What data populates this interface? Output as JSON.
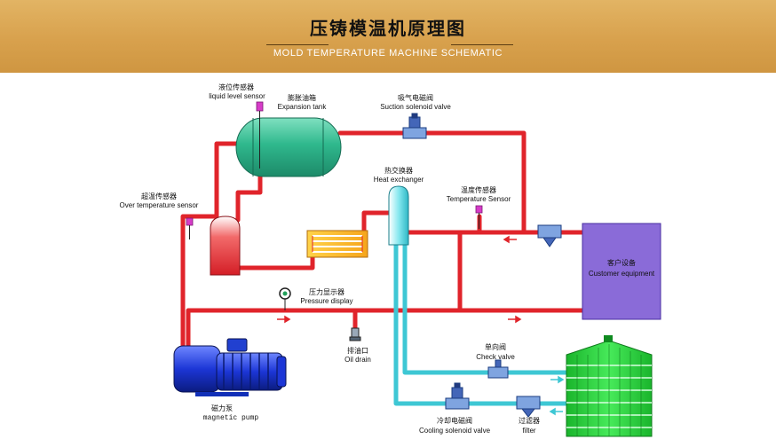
{
  "header": {
    "title_cn": "压铸模温机原理图",
    "title_en": "MOLD TEMPERATURE MACHINE SCHEMATIC"
  },
  "colors": {
    "header_bg": "#d8a14d",
    "hot_pipe": "#e0242b",
    "cold_pipe": "#3ec7d4",
    "tank": "#2bb38a",
    "customer_box": "#8a6bd8",
    "pump": "#1e3cc8",
    "cooling_tower": "#22d63a"
  },
  "labels": {
    "level_sensor_cn": "液位传感器",
    "level_sensor_en": "liquid level sensor",
    "expansion_cn": "膨胀油箱",
    "expansion_en": "Expansion tank",
    "suction_cn": "吸气电磁阀",
    "suction_en": "Suction solenoid valve",
    "heat_ex_cn": "热交换器",
    "heat_ex_en": "Heat exchanger",
    "temp_sensor_cn": "温度传感器",
    "temp_sensor_en": "Temperature Sensor",
    "over_temp_cn": "超温传感器",
    "over_temp_en": "Over temperature sensor",
    "customer_cn": "客户设备",
    "customer_en": "Customer equipment",
    "pressure_cn": "压力显示器",
    "pressure_en": "Pressure display",
    "oil_drain_cn": "排油口",
    "oil_drain_en": "Oil drain",
    "check_valve_cn": "单向阀",
    "check_valve_en": "Check valve",
    "pump_cn": "磁力泵",
    "pump_en": "magnetic pump",
    "cooling_valve_cn": "冷却电磁阀",
    "cooling_valve_en": "Cooling solenoid valve",
    "filter_cn": "过滤器",
    "filter_en": "filter"
  }
}
